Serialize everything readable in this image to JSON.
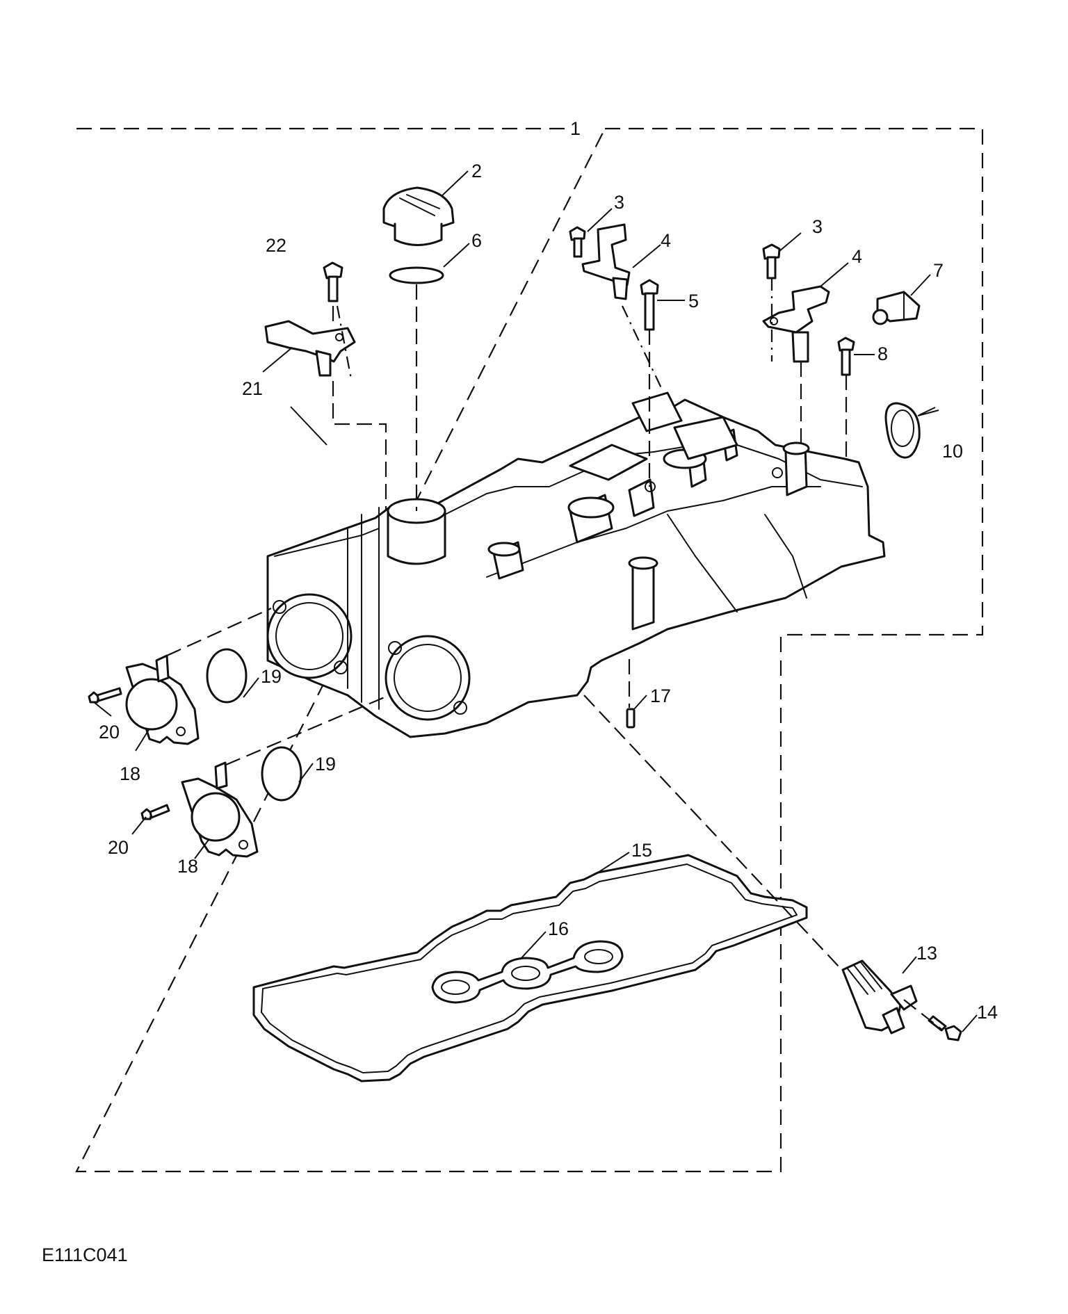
{
  "figure": {
    "code": "E111C041"
  },
  "callouts": [
    {
      "id": "c1",
      "text": "1"
    },
    {
      "id": "c2",
      "text": "2"
    },
    {
      "id": "c3a",
      "text": "3"
    },
    {
      "id": "c3b",
      "text": "3"
    },
    {
      "id": "c4a",
      "text": "4"
    },
    {
      "id": "c4b",
      "text": "4"
    },
    {
      "id": "c5",
      "text": "5"
    },
    {
      "id": "c6",
      "text": "6"
    },
    {
      "id": "c7",
      "text": "7"
    },
    {
      "id": "c8",
      "text": "8"
    },
    {
      "id": "c10",
      "text": "10"
    },
    {
      "id": "c13",
      "text": "13"
    },
    {
      "id": "c14",
      "text": "14"
    },
    {
      "id": "c15",
      "text": "15"
    },
    {
      "id": "c16",
      "text": "16"
    },
    {
      "id": "c17",
      "text": "17"
    },
    {
      "id": "c18a",
      "text": "18"
    },
    {
      "id": "c18b",
      "text": "18"
    },
    {
      "id": "c19a",
      "text": "19"
    },
    {
      "id": "c19b",
      "text": "19"
    },
    {
      "id": "c20a",
      "text": "20"
    },
    {
      "id": "c20b",
      "text": "20"
    },
    {
      "id": "c21",
      "text": "21"
    },
    {
      "id": "c22",
      "text": "22"
    }
  ]
}
